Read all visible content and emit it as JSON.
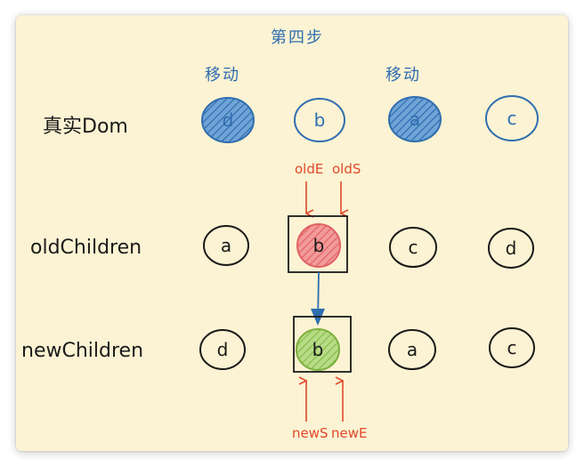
{
  "title": "第四步",
  "move_labels": [
    "移动",
    "移动"
  ],
  "rows": {
    "real_dom": {
      "label": "真实Dom",
      "nodes": [
        {
          "text": "d",
          "style": "hatched-blue"
        },
        {
          "text": "b",
          "style": "outline-blue"
        },
        {
          "text": "a",
          "style": "hatched-blue"
        },
        {
          "text": "c",
          "style": "outline-blue"
        }
      ]
    },
    "old_children": {
      "label": "oldChildren",
      "nodes": [
        {
          "text": "a",
          "style": "outline-black"
        },
        {
          "text": "b",
          "style": "red-boxed"
        },
        {
          "text": "c",
          "style": "outline-black"
        },
        {
          "text": "d",
          "style": "outline-black"
        }
      ]
    },
    "new_children": {
      "label": "newChildren",
      "nodes": [
        {
          "text": "d",
          "style": "outline-black"
        },
        {
          "text": "b",
          "style": "green-boxed"
        },
        {
          "text": "a",
          "style": "outline-black"
        },
        {
          "text": "c",
          "style": "outline-black"
        }
      ]
    }
  },
  "pointers": {
    "oldE": "oldE",
    "oldS": "oldS",
    "newS": "newS",
    "newE": "newE"
  },
  "colors": {
    "background": "#fbf3d3",
    "blue": "#2f6db0",
    "black": "#1a1a1a",
    "red_pointer": "#e0492a",
    "red_fill": "#ee7a7a",
    "green_fill": "#9ccc65"
  }
}
